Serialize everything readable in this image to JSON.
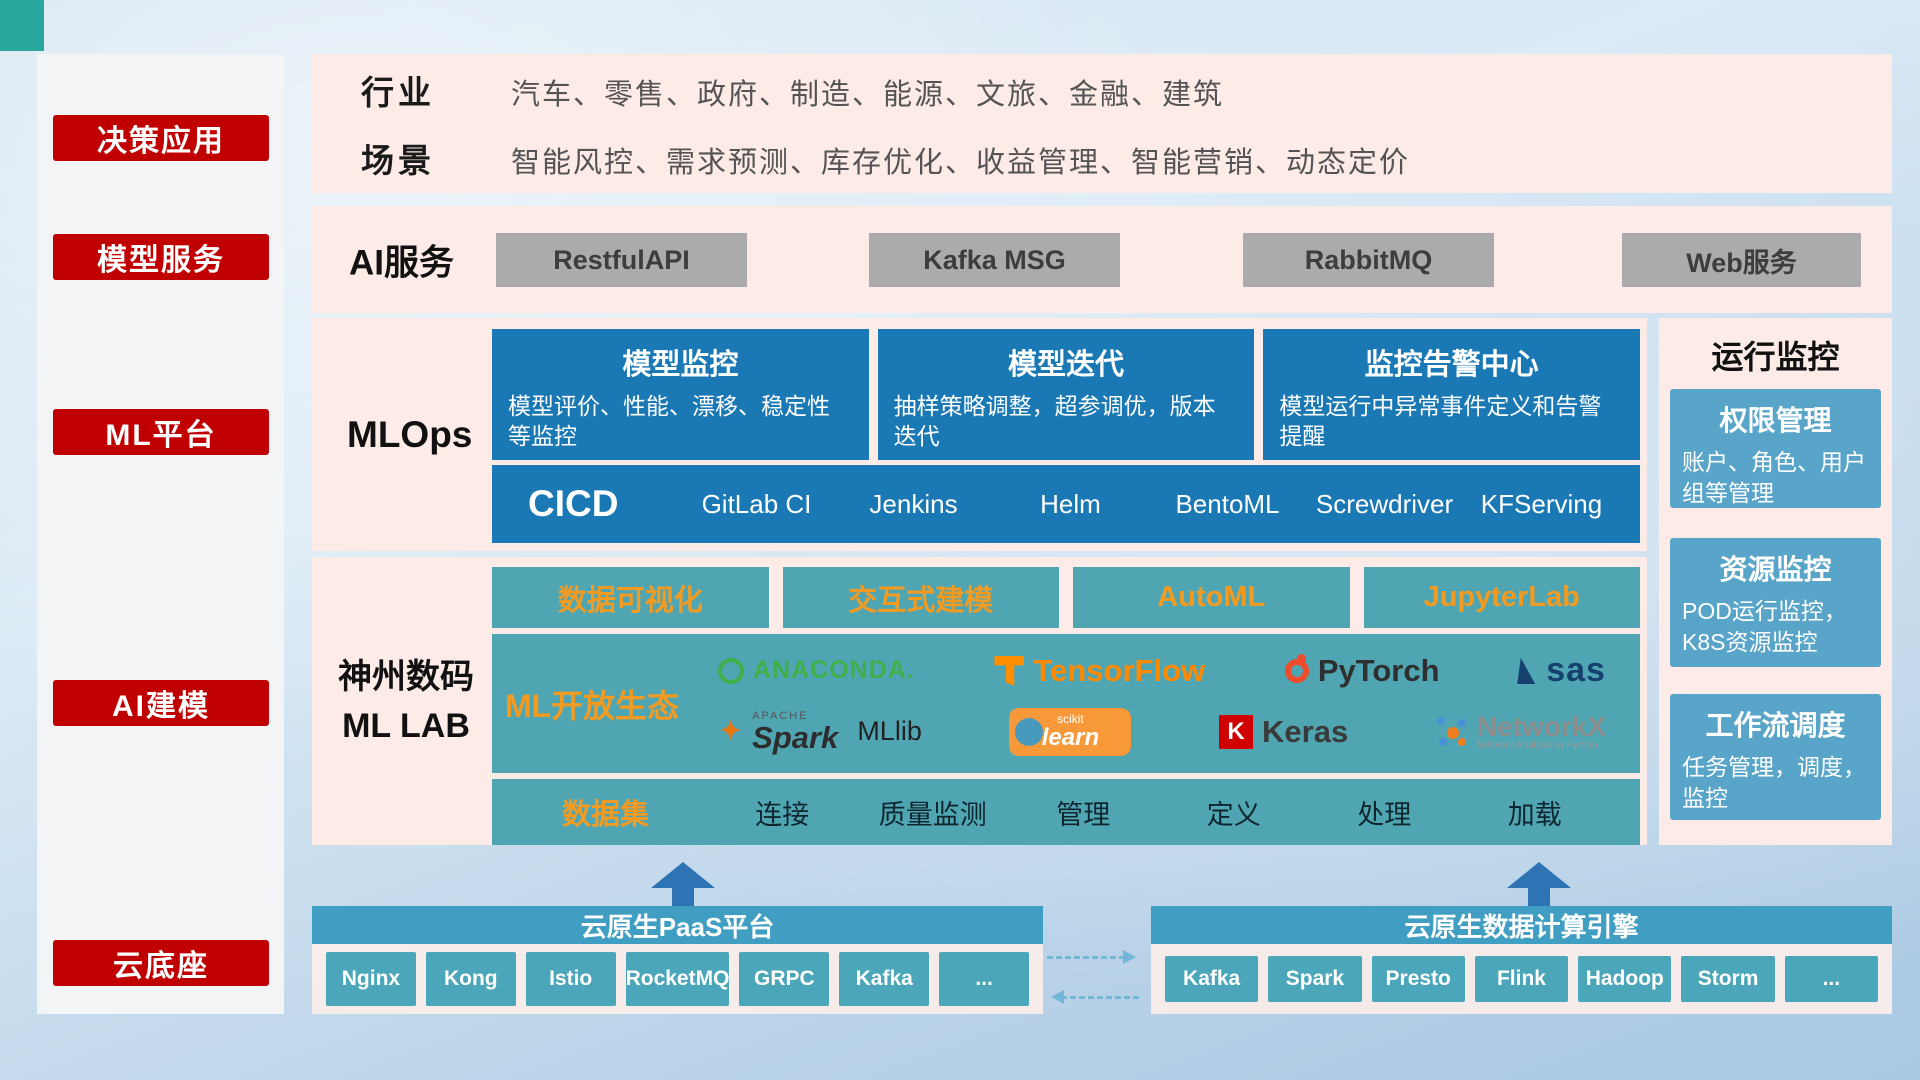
{
  "colors": {
    "badge_red": "#c00000",
    "panel_pink": "#fcebe6",
    "mlops_blue": "#1a78b5",
    "lab_teal": "#4fa6b2",
    "monitor_blue": "#58a5c9",
    "accent_orange": "#f29b22",
    "bar_teal": "#3f9ec2",
    "button_gray": "#ababab",
    "arrow_blue": "#2e74b5"
  },
  "icons": {
    "spark_star": "✦"
  },
  "sidebar": {
    "items": [
      {
        "label": "决策应用"
      },
      {
        "label": "模型服务"
      },
      {
        "label": "ML平台"
      },
      {
        "label": "AI建模"
      },
      {
        "label": "云底座"
      }
    ]
  },
  "industry": {
    "rows": [
      {
        "label": "行业",
        "text": "汽车、零售、政府、制造、能源、文旅、金融、建筑"
      },
      {
        "label": "场景",
        "text": "智能风控、需求预测、库存优化、收益管理、智能营销、动态定价"
      }
    ]
  },
  "ai_service": {
    "label": "AI服务",
    "buttons": [
      {
        "label": "RestfulAPI"
      },
      {
        "label": "Kafka MSG"
      },
      {
        "label": "RabbitMQ"
      },
      {
        "label": "Web服务"
      }
    ]
  },
  "mlops": {
    "label": "MLOps",
    "cards": [
      {
        "title": "模型监控",
        "desc": "模型评价、性能、漂移、稳定性等监控"
      },
      {
        "title": "模型迭代",
        "desc": "抽样策略调整，超参调优，版本迭代"
      },
      {
        "title": "监控告警中心",
        "desc": "模型运行中异常事件定义和告警提醒"
      }
    ],
    "cicd": {
      "label": "CICD",
      "items": [
        {
          "label": "GitLab CI"
        },
        {
          "label": "Jenkins"
        },
        {
          "label": "Helm"
        },
        {
          "label": "BentoML"
        },
        {
          "label": "Screwdriver"
        },
        {
          "label": "KFServing"
        }
      ]
    }
  },
  "mllab": {
    "label_line1": "神州数码",
    "label_line2": "ML LAB",
    "tools": [
      {
        "label": "数据可视化"
      },
      {
        "label": "交互式建模"
      },
      {
        "label": "AutoML"
      },
      {
        "label": "JupyterLab"
      }
    ],
    "ecosystem": {
      "label": "ML开放生态",
      "anaconda": {
        "label": "ANACONDA."
      },
      "tensorflow": {
        "label": "TensorFlow"
      },
      "pytorch": {
        "label": "PyTorch"
      },
      "sas": {
        "label": "sas"
      },
      "spark": {
        "super": "APACHE",
        "label": "Spark",
        "suffix": "MLlib"
      },
      "scikit": {
        "super": "scikit",
        "label": "learn"
      },
      "keras": {
        "icon_letter": "K",
        "label": "Keras"
      },
      "networkx": {
        "label": "NetworkX",
        "subtitle": "Network Analysis in Python"
      }
    },
    "dataset": {
      "label": "数据集",
      "items": [
        {
          "label": "连接"
        },
        {
          "label": "质量监测"
        },
        {
          "label": "管理"
        },
        {
          "label": "定义"
        },
        {
          "label": "处理"
        },
        {
          "label": "加载"
        }
      ]
    }
  },
  "monitor": {
    "title": "运行监控",
    "cards": [
      {
        "title": "权限管理",
        "desc": "账户、角色、用户组等管理"
      },
      {
        "title": "资源监控",
        "desc": "POD运行监控，K8S资源监控"
      },
      {
        "title": "工作流调度",
        "desc": "任务管理，调度，监控"
      }
    ]
  },
  "cloud": {
    "paas": {
      "title": "云原生PaaS平台",
      "chips": [
        {
          "label": "Nginx"
        },
        {
          "label": "Kong"
        },
        {
          "label": "Istio"
        },
        {
          "label": "RocketMQ"
        },
        {
          "label": "GRPC"
        },
        {
          "label": "Kafka"
        },
        {
          "label": "..."
        }
      ]
    },
    "engine": {
      "title": "云原生数据计算引擎",
      "chips": [
        {
          "label": "Kafka"
        },
        {
          "label": "Spark"
        },
        {
          "label": "Presto"
        },
        {
          "label": "Flink"
        },
        {
          "label": "Hadoop"
        },
        {
          "label": "Storm"
        },
        {
          "label": "..."
        }
      ]
    }
  }
}
